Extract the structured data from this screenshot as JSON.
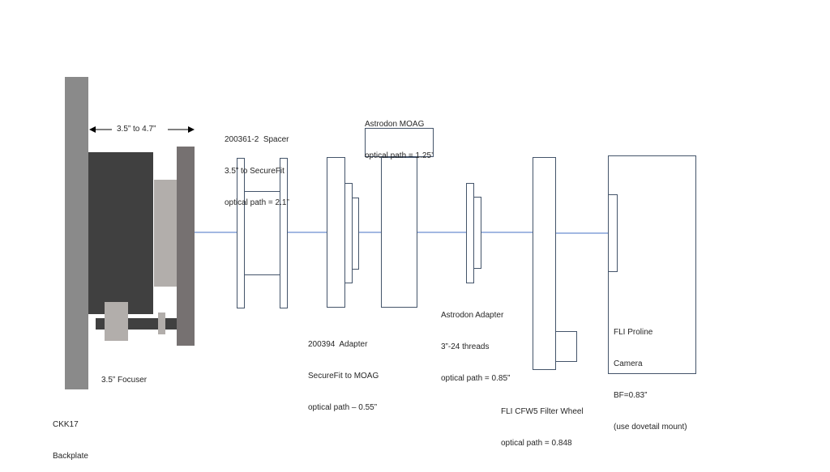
{
  "diagram": {
    "title": "Imaging train optical path diagram",
    "colors": {
      "backplate": "#8a8a8a",
      "focuser_body": "#404040",
      "focuser_drawtube": "#b2aeab",
      "focuser_plate": "#767171",
      "focuser_knob": "#b2aeab",
      "focuser_shaft": "#404040",
      "component_outline": "#44546a",
      "optical_axis": "#4472c4"
    },
    "dimension": {
      "label": "3.5” to 4.7”"
    },
    "components": [
      {
        "id": "backplate",
        "lines": [
          "CKK17",
          "Backplate"
        ]
      },
      {
        "id": "focuser",
        "lines": [
          "3.5” Focuser"
        ]
      },
      {
        "id": "spacer",
        "lines": [
          "200361-2  Spacer",
          "3.5” to SecureFit",
          "optical path = 2.1”"
        ]
      },
      {
        "id": "adapter-securefit",
        "lines": [
          "200394  Adapter",
          "SecureFit to MOAG",
          "optical path – 0.55”"
        ]
      },
      {
        "id": "moag",
        "lines": [
          "Astrodon MOAG",
          "optical path = 1.25’"
        ]
      },
      {
        "id": "astrodon-adapter",
        "lines": [
          "Astrodon Adapter",
          "3”-24 threads",
          "optical path = 0.85”"
        ]
      },
      {
        "id": "filter-wheel",
        "lines": [
          "FLI CFW5 Filter Wheel",
          "optical path = 0.848"
        ]
      },
      {
        "id": "camera",
        "lines": [
          "FLI Proline",
          "Camera",
          "BF=0.83”",
          "(use dovetail mount)"
        ]
      }
    ]
  }
}
